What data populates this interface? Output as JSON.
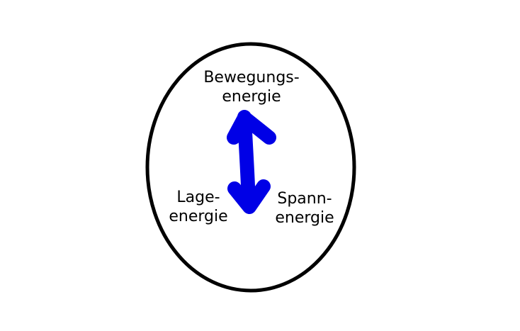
{
  "diagram": {
    "colors": {
      "outline": "#000000",
      "arrow": "#0000e6",
      "background": "#ffffff"
    },
    "labels": {
      "top": {
        "line1": "Bewegungs-",
        "line2": "energie"
      },
      "left": {
        "line1": "Lage-",
        "line2": "energie"
      },
      "right": {
        "line1": "Spann-",
        "line2": "energie"
      }
    },
    "arrow": {
      "type": "double-headed",
      "icon": "double-arrow-icon"
    }
  }
}
